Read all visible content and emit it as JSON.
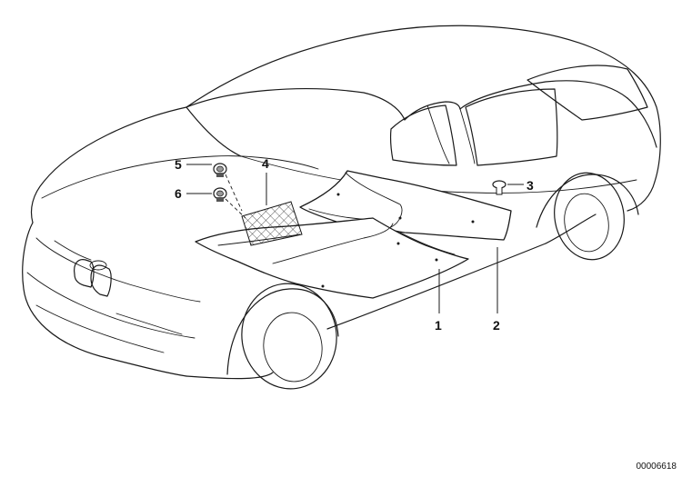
{
  "callouts": [
    {
      "id": "1",
      "label": "1"
    },
    {
      "id": "2",
      "label": "2"
    },
    {
      "id": "3",
      "label": "3"
    },
    {
      "id": "4",
      "label": "4"
    },
    {
      "id": "5",
      "label": "5"
    },
    {
      "id": "6",
      "label": "6"
    }
  ],
  "reference_number": "00006618"
}
